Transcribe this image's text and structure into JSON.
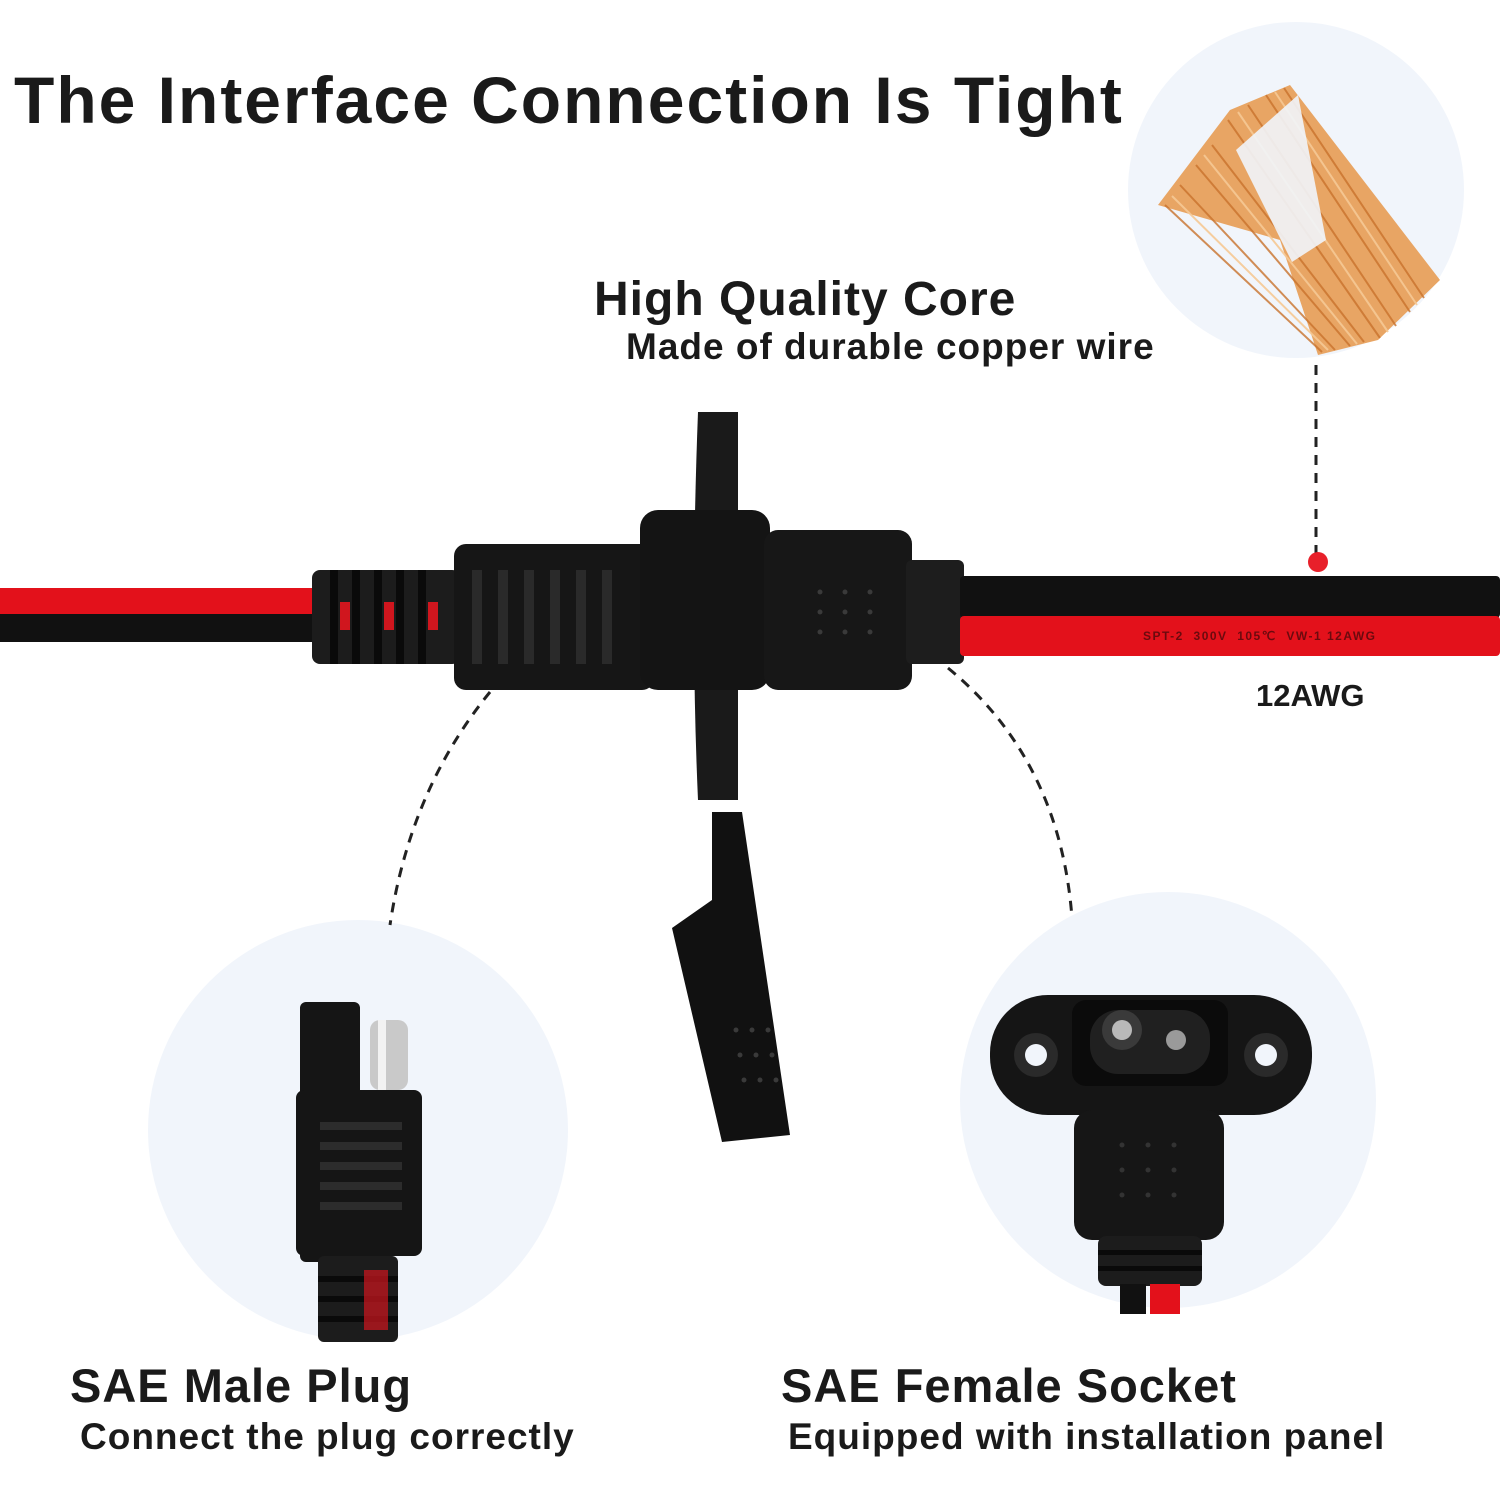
{
  "header": {
    "title": "The Interface Connection Is Tight"
  },
  "core": {
    "title": "High Quality Core",
    "subtitle": "Made of durable copper wire"
  },
  "cable": {
    "printing": "SPT-2  300V  105℃  VW-1 12AWG",
    "gauge_label": "12AWG"
  },
  "male_plug": {
    "title": "SAE Male Plug",
    "subtitle": "Connect the plug correctly"
  },
  "female_socket": {
    "title": "SAE Female Socket",
    "subtitle": "Equipped with installation panel"
  },
  "colors": {
    "red_wire": "#e3111b",
    "black_wire": "#111111",
    "copper": "#e0904d",
    "bubble": "#f1f5fb",
    "accent_dot": "#e8202a"
  }
}
